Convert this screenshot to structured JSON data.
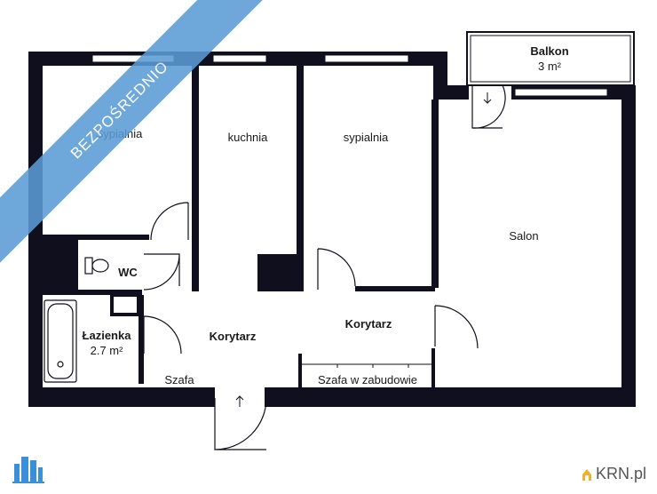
{
  "rooms": {
    "sypialnia_1": "Sypialnia",
    "kuchnia": "kuchnia",
    "sypialnia_2": "sypialnia",
    "salon": "Salon",
    "wc": "WC",
    "lazienka": "Łazienka",
    "lazienka_area": "2.7 m²",
    "korytarz_1": "Korytarz",
    "korytarz_2": "Korytarz",
    "szafa": "Szafa",
    "szafa_w_zabudowie": "Szafa w zabudowie",
    "balkon": "Balkon",
    "balkon_area": "3 m²"
  },
  "ribbon": "BEZPOŚREDNIO",
  "watermark": "KRN.pl",
  "colors": {
    "wall": "#0f0f1e",
    "ribbon": "#5b9bd5",
    "watermark_left": "#3a8fd8"
  }
}
